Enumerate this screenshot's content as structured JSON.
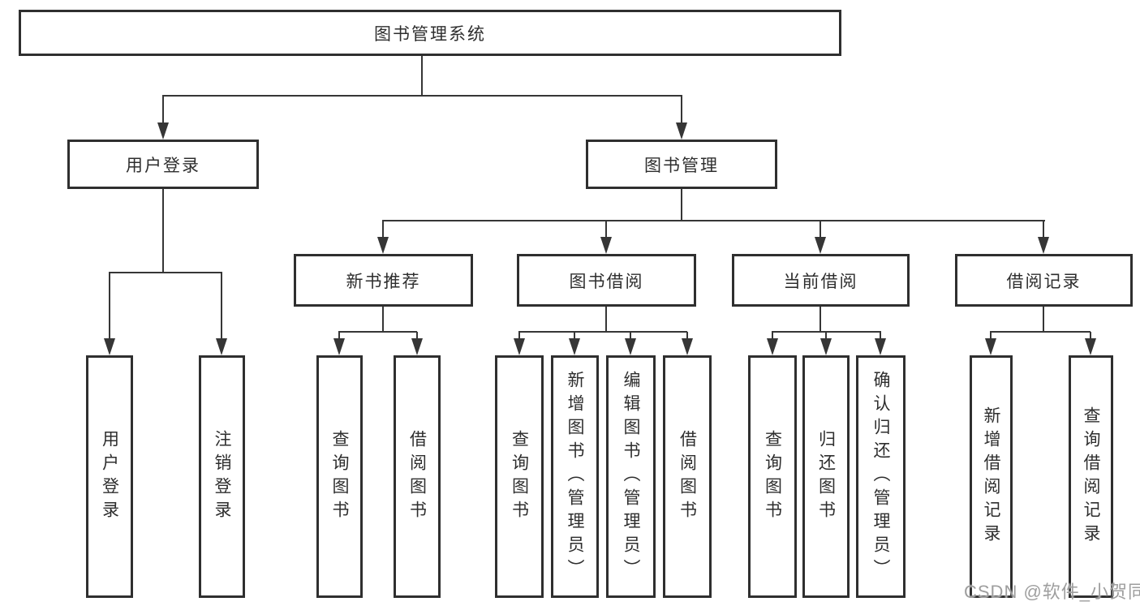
{
  "meta": {
    "colors": {
      "background": "#ffffff",
      "line": "#363636",
      "box_border": "#2f2f2f",
      "text": "#2e2e2e",
      "watermark": "#9e9e9e"
    }
  },
  "watermark": {
    "text": "CSDN @软件_小贺同学"
  },
  "tree": {
    "label": "图书管理系统",
    "children": [
      {
        "label": "用户登录",
        "children": [
          {
            "label": "用户登录"
          },
          {
            "label": "注销登录"
          }
        ]
      },
      {
        "label": "图书管理",
        "children": [
          {
            "label": "新书推荐",
            "children": [
              {
                "label": "查询图书"
              },
              {
                "label": "借阅图书"
              }
            ]
          },
          {
            "label": "图书借阅",
            "children": [
              {
                "label": "查询图书"
              },
              {
                "label": "新增图书（管理员）"
              },
              {
                "label": "编辑图书（管理员）"
              },
              {
                "label": "借阅图书"
              }
            ]
          },
          {
            "label": "当前借阅",
            "children": [
              {
                "label": "查询图书"
              },
              {
                "label": "归还图书"
              },
              {
                "label": "确认归还（管理员）"
              }
            ]
          },
          {
            "label": "借阅记录",
            "children": [
              {
                "label": "新增借阅记录"
              },
              {
                "label": "查询借阅记录"
              }
            ]
          }
        ]
      }
    ]
  }
}
